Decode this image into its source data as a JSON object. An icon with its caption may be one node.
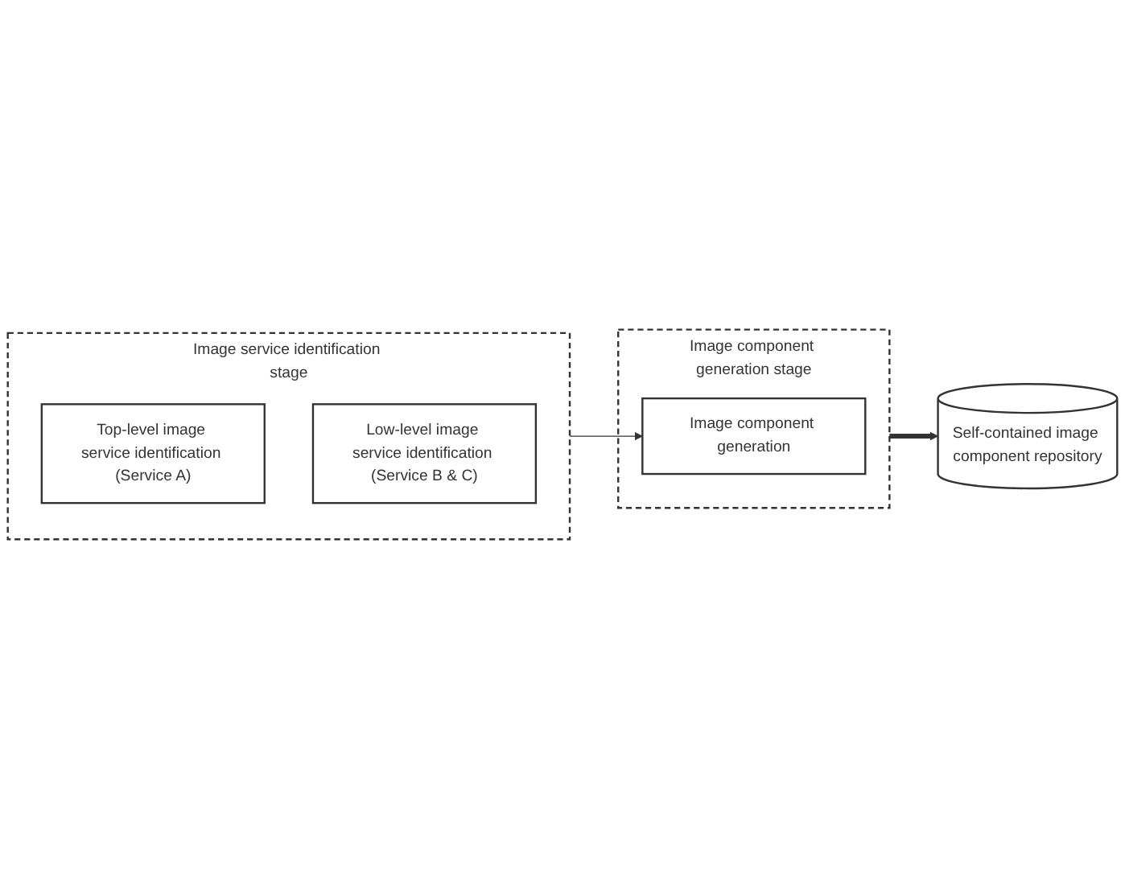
{
  "diagram": {
    "nodes": [
      {
        "text": [
          "Image service identification stage"
        ]
      },
      {
        "text": [
          "Top-level image service identification (Service A)"
        ],
        "in": 0
      },
      {
        "text": [
          "Low-level image service identification (Service B & C)"
        ],
        "in": 0
      },
      {
        "text": [
          "Image component generation stage"
        ]
      },
      {
        "text": [
          "Image component generation"
        ],
        "in": 3
      },
      {
        "text": [
          "Self-contained image component repository"
        ]
      }
    ],
    "edges": [
      {
        "from": 0,
        "to": 4,
        "arrow": "to"
      },
      {
        "from": 3,
        "to": 5,
        "arrow": "to",
        "style": "thick"
      }
    ]
  }
}
